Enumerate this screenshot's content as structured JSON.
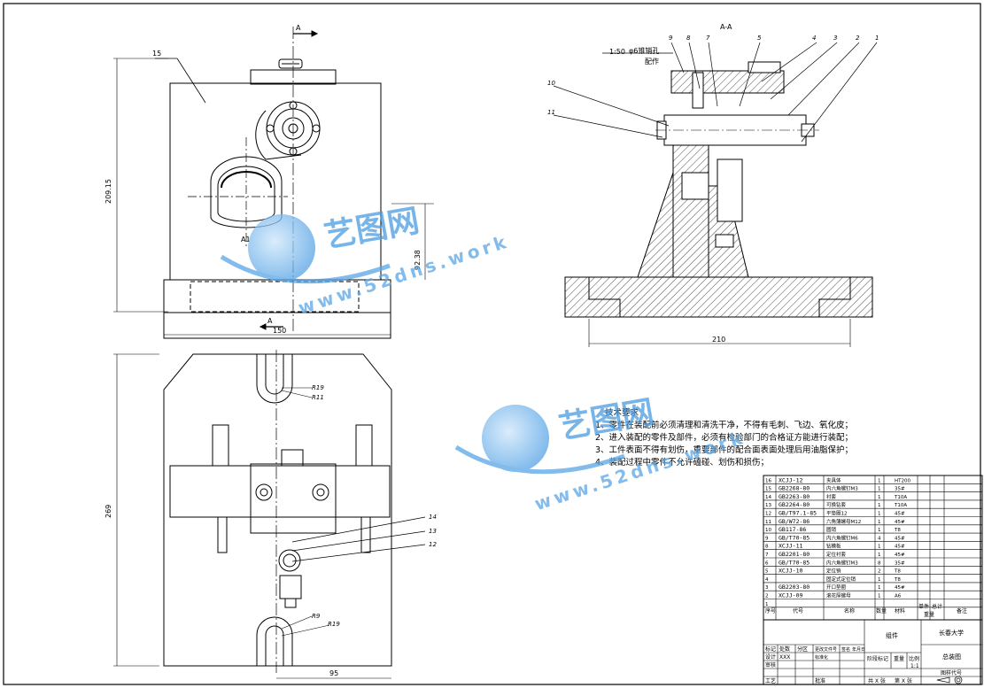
{
  "views": {
    "front": {
      "section_mark": "A",
      "label_15": "15",
      "dim_height": "209.15",
      "dim_center": "92.38",
      "dim_width": "150",
      "label_a1": "A1"
    },
    "section": {
      "title": "A-A",
      "scale_note": "1:50",
      "pin_note_line1": "φ6锥销孔",
      "pin_note_line2": "配作",
      "balloons": [
        "1",
        "2",
        "3",
        "4",
        "5",
        "7",
        "8",
        "9",
        "10",
        "11"
      ],
      "dim_width": "210"
    },
    "top": {
      "dim_height": "269",
      "dim_width": "95",
      "r_labels": [
        "R19",
        "R11",
        "R9",
        "R19"
      ],
      "balloons": [
        "14",
        "13",
        "12"
      ]
    }
  },
  "tech_requirements": {
    "title": "技术要求",
    "items": [
      "1、零件在装配前必须清理和清洗干净，不得有毛刺、飞边、氧化皮；",
      "2、进入装配的零件及部件，必须有检验部门的合格证方能进行装配；",
      "3、工件表面不得有划伤，重要部件的配合面表面处理后用油脂保护；",
      "4、装配过程中零件不允许磕碰、划伤和损伤；"
    ]
  },
  "bom": {
    "headers": [
      "序号",
      "代号",
      "名称",
      "数量",
      "材料",
      "单件",
      "总计",
      "重量",
      "备注"
    ],
    "rows": [
      {
        "no": "16",
        "code": "XCJJ-12",
        "name": "夹具体",
        "qty": "1",
        "mat": "HT200"
      },
      {
        "no": "15",
        "code": "GB2268-80",
        "name": "内六角螺钉M3",
        "qty": "1",
        "mat": "35#"
      },
      {
        "no": "14",
        "code": "GB2263-80",
        "name": "衬套",
        "qty": "1",
        "mat": "T10A"
      },
      {
        "no": "13",
        "code": "GB2264-80",
        "name": "可换钻套",
        "qty": "1",
        "mat": "T10A"
      },
      {
        "no": "12",
        "code": "GB/T97.1-85",
        "name": "平垫圈12",
        "qty": "1",
        "mat": "45#"
      },
      {
        "no": "11",
        "code": "GB/W72-86",
        "name": "六角薄螺母M12",
        "qty": "1",
        "mat": "45#"
      },
      {
        "no": "10",
        "code": "GB117-86",
        "name": "圆销",
        "qty": "1",
        "mat": "T8"
      },
      {
        "no": "9",
        "code": "GB/T70-85",
        "name": "内六角螺钉M6",
        "qty": "4",
        "mat": "45#"
      },
      {
        "no": "8",
        "code": "XCJJ-11",
        "name": "钻模板",
        "qty": "1",
        "mat": "45#"
      },
      {
        "no": "7",
        "code": "GB2201-80",
        "name": "定位衬套",
        "qty": "1",
        "mat": "45#"
      },
      {
        "no": "6",
        "code": "GB/T70-85",
        "name": "内六角螺钉M3",
        "qty": "8",
        "mat": "35#"
      },
      {
        "no": "5",
        "code": "XCJJ-10",
        "name": "定位销",
        "qty": "2",
        "mat": "T8"
      },
      {
        "no": "4",
        "code": "",
        "name": "固定式定位销",
        "qty": "1",
        "mat": "T8"
      },
      {
        "no": "3",
        "code": "GB2203-80",
        "name": "开口垫圈",
        "qty": "1",
        "mat": "45#"
      },
      {
        "no": "2",
        "code": "XCJJ-09",
        "name": "滚花厚螺母",
        "qty": "1",
        "mat": "A6"
      },
      {
        "no": "1",
        "code": "",
        "name": "",
        "qty": "",
        "mat": ""
      }
    ]
  },
  "title_block": {
    "assembly": "组件",
    "university": "长春大学",
    "drawing": "总装图",
    "stage_mark": "阶段标记",
    "weight": "重量",
    "ratio": "比例",
    "ratio_value": "1:1",
    "designer": "设计",
    "designer_name": "XXX",
    "standardize": "标准化",
    "review": "审核",
    "process": "工艺",
    "approve": "批准",
    "mark": "标记",
    "count": "处数",
    "zone": "分区",
    "doc_no": "更改文件号",
    "sign": "签名",
    "date": "年月日",
    "sheets_total": "共 X 张",
    "sheet_no": "第 X 张",
    "drawing_code": "图样代号"
  },
  "watermark": {
    "name": "艺图网",
    "url": "www.52dns.work"
  }
}
